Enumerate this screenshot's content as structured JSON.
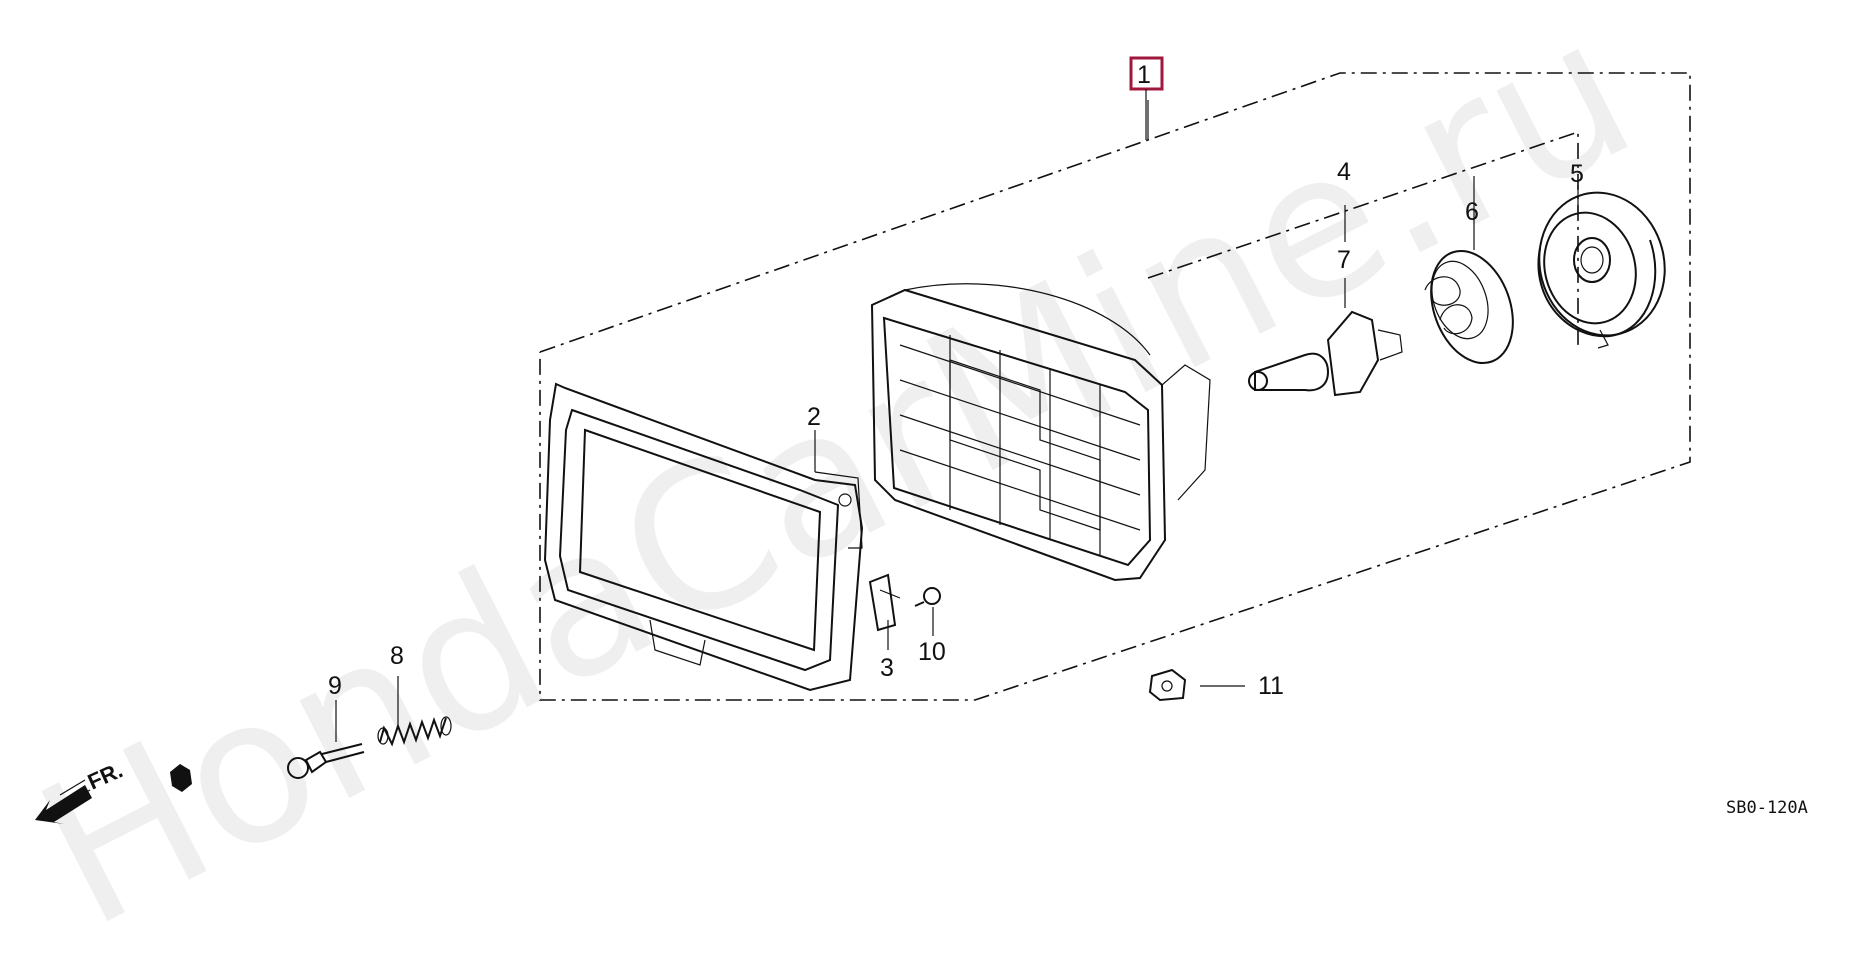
{
  "diagram": {
    "watermark": "HondaCarMine.ru",
    "drawing_code": "SB0-120A",
    "direction_label": "FR.",
    "callouts": [
      {
        "id": "1",
        "highlighted": true,
        "highlight_color": "#a0183c"
      },
      {
        "id": "2"
      },
      {
        "id": "3"
      },
      {
        "id": "4"
      },
      {
        "id": "5"
      },
      {
        "id": "6"
      },
      {
        "id": "7"
      },
      {
        "id": "8"
      },
      {
        "id": "9"
      },
      {
        "id": "10"
      },
      {
        "id": "11"
      }
    ]
  }
}
